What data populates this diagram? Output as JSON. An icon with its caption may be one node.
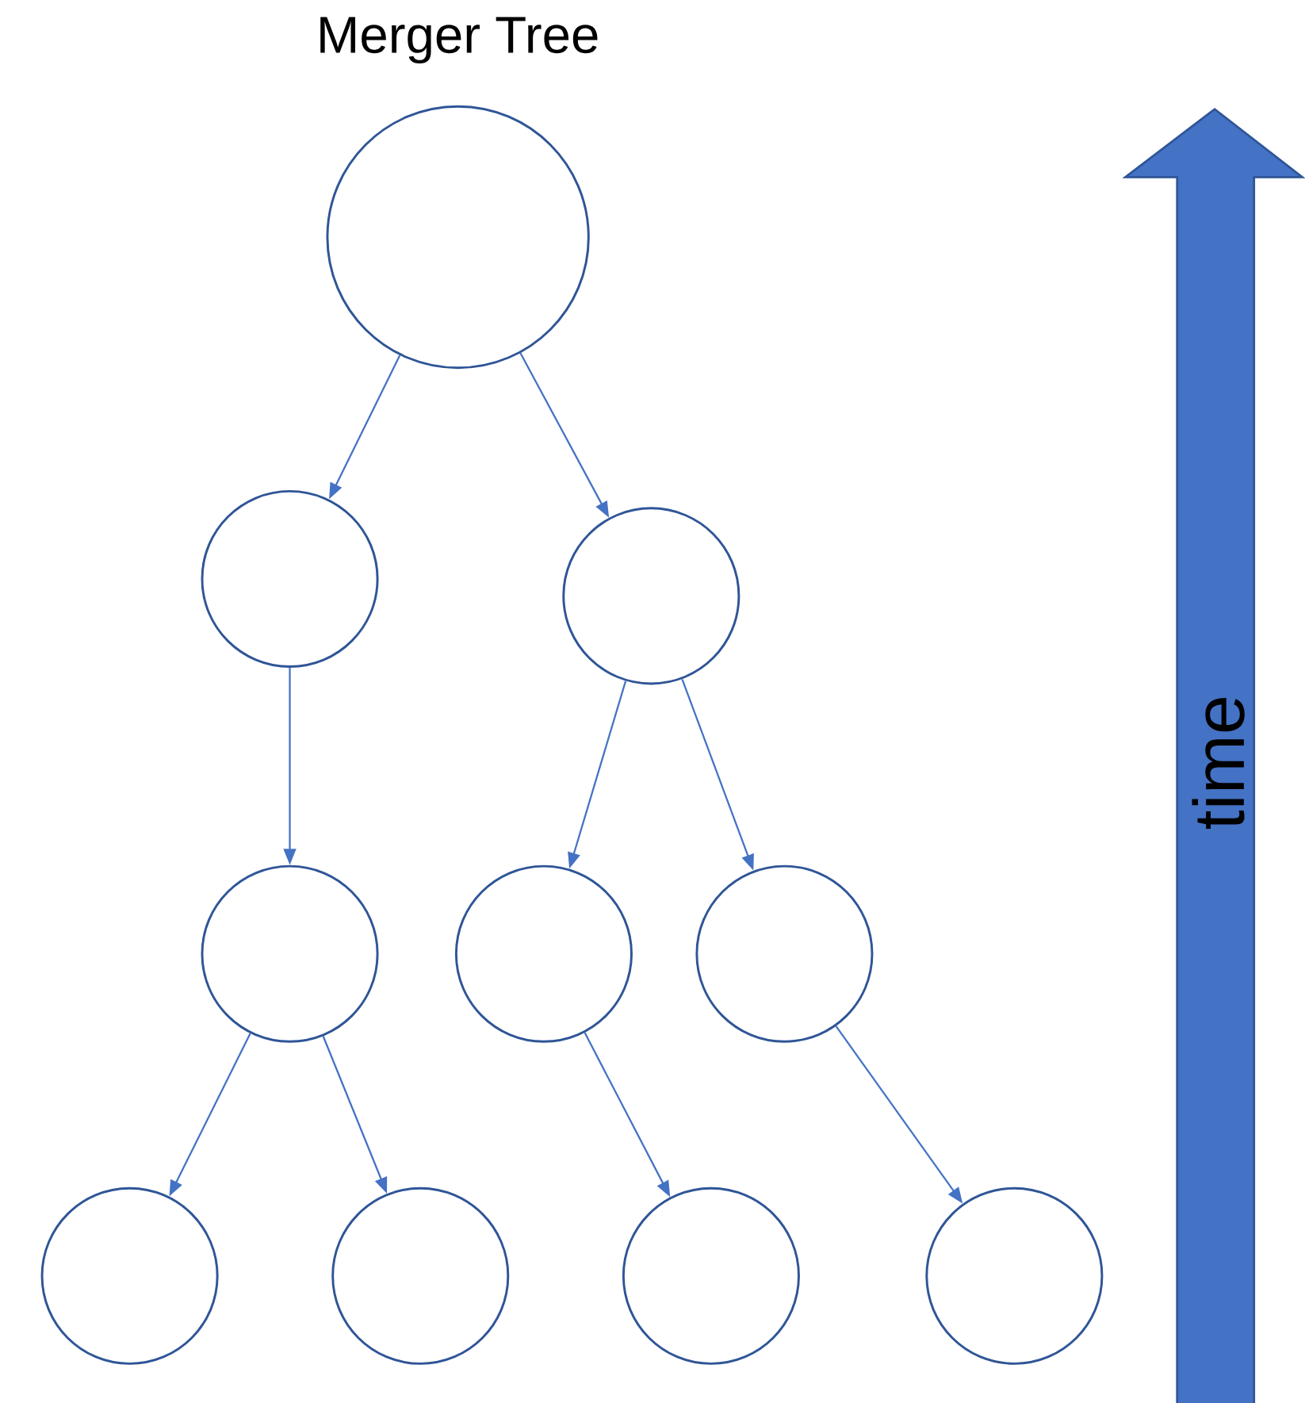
{
  "diagram": {
    "title": "Merger Tree",
    "nodes": [
      {
        "text": [],
        "shape": "circle"
      },
      {
        "text": [],
        "shape": "circle"
      },
      {
        "text": [],
        "shape": "circle"
      },
      {
        "text": [],
        "shape": "circle"
      },
      {
        "text": [],
        "shape": "circle"
      },
      {
        "text": [],
        "shape": "circle"
      },
      {
        "text": [],
        "shape": "circle"
      },
      {
        "text": [],
        "shape": "circle"
      },
      {
        "text": [],
        "shape": "circle"
      },
      {
        "text": [],
        "shape": "circle"
      }
    ],
    "edges": [
      {
        "from": 0,
        "to": 1,
        "arrow": "to"
      },
      {
        "from": 0,
        "to": 2,
        "arrow": "to"
      },
      {
        "from": 1,
        "to": 3,
        "arrow": "to"
      },
      {
        "from": 2,
        "to": 4,
        "arrow": "to"
      },
      {
        "from": 2,
        "to": 5,
        "arrow": "to"
      },
      {
        "from": 3,
        "to": 6,
        "arrow": "to"
      },
      {
        "from": 3,
        "to": 7,
        "arrow": "to"
      },
      {
        "from": 4,
        "to": 8,
        "arrow": "to"
      },
      {
        "from": 5,
        "to": 9,
        "arrow": "to"
      }
    ],
    "labels": [
      "time"
    ]
  }
}
